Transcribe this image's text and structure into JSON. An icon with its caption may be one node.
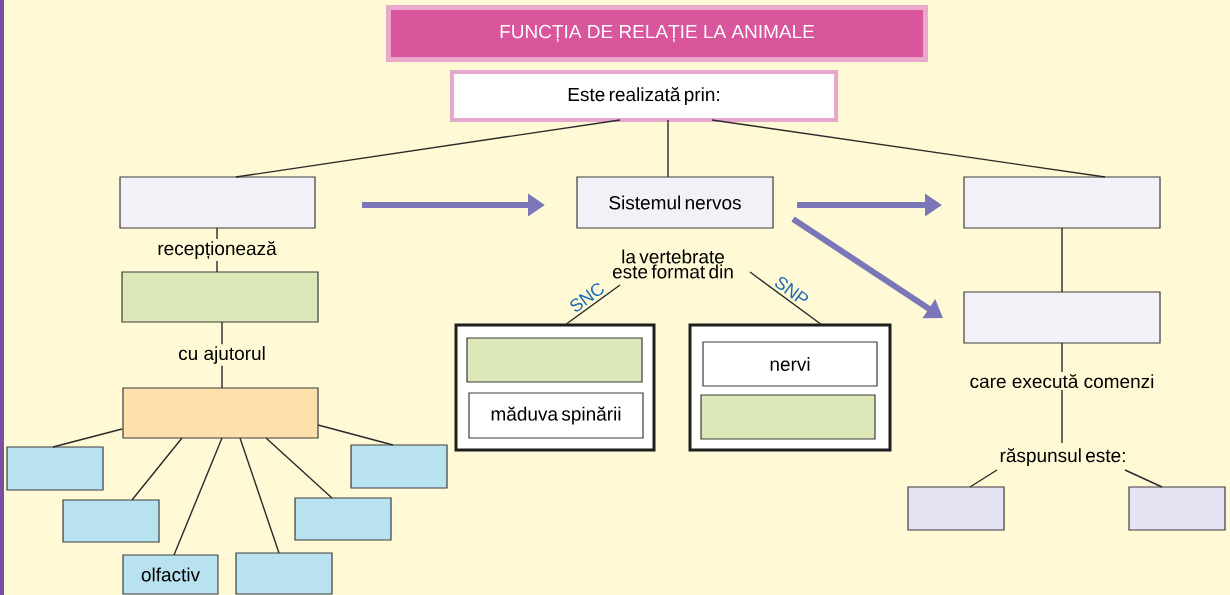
{
  "diagram": {
    "title": "FUNCȚIA DE RELAȚIE LA ANIMALE",
    "nodes": [
      {
        "text": [
          "Este realizată prin:"
        ]
      },
      {
        "text": [],
        "shape": "box"
      },
      {
        "text": [
          "Sistemul nervos"
        ]
      },
      {
        "text": [],
        "shape": "box"
      },
      {
        "text": [],
        "shape": "box"
      },
      {
        "text": [
          "la vertebrate este format din"
        ]
      },
      {
        "text": [],
        "shape": "box"
      },
      {
        "text": [],
        "shape": "box"
      },
      {
        "text": [],
        "shape": "box",
        "in": 7
      },
      {
        "text": [
          "măduva spinării"
        ],
        "in": 7
      },
      {
        "text": [],
        "shape": "box"
      },
      {
        "text": [
          "nervi"
        ],
        "in": 10
      },
      {
        "text": [],
        "shape": "box",
        "in": 10
      },
      {
        "text": [],
        "shape": "box"
      },
      {
        "text": [
          "răspunsul este:"
        ]
      },
      {
        "text": [],
        "shape": "box"
      },
      {
        "text": [],
        "shape": "box"
      },
      {
        "text": [
          "olfactiv"
        ]
      },
      {
        "text": [],
        "shape": "box"
      },
      {
        "text": [],
        "shape": "box"
      },
      {
        "text": [],
        "shape": "box"
      },
      {
        "text": [],
        "shape": "box"
      },
      {
        "text": [],
        "shape": "box"
      }
    ],
    "edges": [
      {
        "from": 0,
        "to": 1,
        "arrow": "none"
      },
      {
        "from": 0,
        "to": 2,
        "arrow": "none"
      },
      {
        "from": 0,
        "to": 3,
        "arrow": "none"
      },
      {
        "from": 1,
        "to": 4,
        "arrow": "none",
        "label": "recepționează"
      },
      {
        "from": 4,
        "to": 13,
        "arrow": "none",
        "label": "cu ajutorul"
      },
      {
        "from": 13,
        "to": 15,
        "arrow": "none"
      },
      {
        "from": 13,
        "to": 16,
        "arrow": "none"
      },
      {
        "from": 13,
        "to": 17,
        "arrow": "none"
      },
      {
        "from": 13,
        "to": 18,
        "arrow": "none"
      },
      {
        "from": 13,
        "to": 19,
        "arrow": "none"
      },
      {
        "from": 13,
        "to": 20,
        "arrow": "none"
      },
      {
        "from": 1,
        "to": 2,
        "arrow": "to",
        "style": "thick",
        "color": "#7b76b8"
      },
      {
        "from": 2,
        "to": 3,
        "arrow": "to",
        "style": "thick",
        "color": "#7b76b8"
      },
      {
        "from": 2,
        "to": 6,
        "arrow": "to",
        "style": "thick",
        "color": "#7b76b8"
      },
      {
        "from": 5,
        "to": 7,
        "arrow": "none",
        "label": "SNC"
      },
      {
        "from": 5,
        "to": 10,
        "arrow": "none",
        "label": "SNP"
      },
      {
        "from": 3,
        "to": 6,
        "arrow": "none"
      },
      {
        "from": 6,
        "to": 14,
        "arrow": "none",
        "label": "care execută comenzi"
      },
      {
        "from": 14,
        "to": 21,
        "arrow": "none"
      },
      {
        "from": 14,
        "to": 22,
        "arrow": "none"
      }
    ]
  }
}
